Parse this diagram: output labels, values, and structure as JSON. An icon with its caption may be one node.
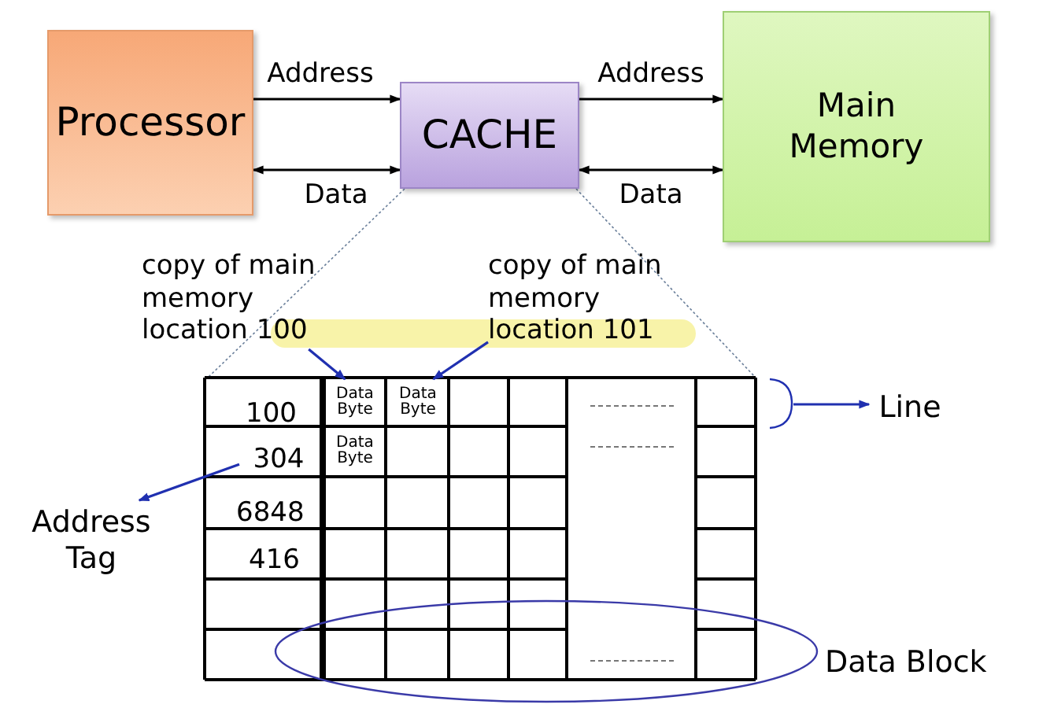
{
  "diagram": {
    "nodes": [
      {
        "text": [
          "Processor"
        ]
      },
      {
        "text": [
          "CACHE"
        ]
      },
      {
        "text": [
          "Main Memory"
        ]
      },
      {
        "text": [
          "copy of main memory location 100"
        ]
      },
      {
        "text": [
          "copy of main memory location 101"
        ]
      },
      {
        "text": [
          "Data Byte"
        ]
      },
      {
        "text": [
          "Data Byte"
        ]
      },
      {
        "text": [
          "Data Byte"
        ]
      },
      {
        "text": [
          "304"
        ]
      },
      {
        "text": [
          "Address Tag"
        ]
      },
      {
        "text": [
          "Line"
        ]
      },
      {
        "text": [],
        "shape": "bracket"
      }
    ],
    "edges": [
      {
        "from": 0,
        "to": 1,
        "arrow": "to",
        "label": "Address"
      },
      {
        "from": 0,
        "to": 1,
        "arrow": "both",
        "label": "Data"
      },
      {
        "from": 1,
        "to": 2,
        "arrow": "to",
        "label": "Address"
      },
      {
        "from": 1,
        "to": 2,
        "arrow": "both",
        "label": "Data"
      },
      {
        "from": 3,
        "to": 5,
        "arrow": "to",
        "color": "#2030b0"
      },
      {
        "from": 4,
        "to": 6,
        "arrow": "to",
        "color": "#2030b0"
      },
      {
        "from": 8,
        "to": 9,
        "arrow": "to",
        "color": "#2030b0"
      },
      {
        "from": 11,
        "to": 10,
        "arrow": "to",
        "color": "#2030b0"
      }
    ],
    "labels": [
      "100",
      "6848",
      "416",
      "Data Block"
    ]
  }
}
